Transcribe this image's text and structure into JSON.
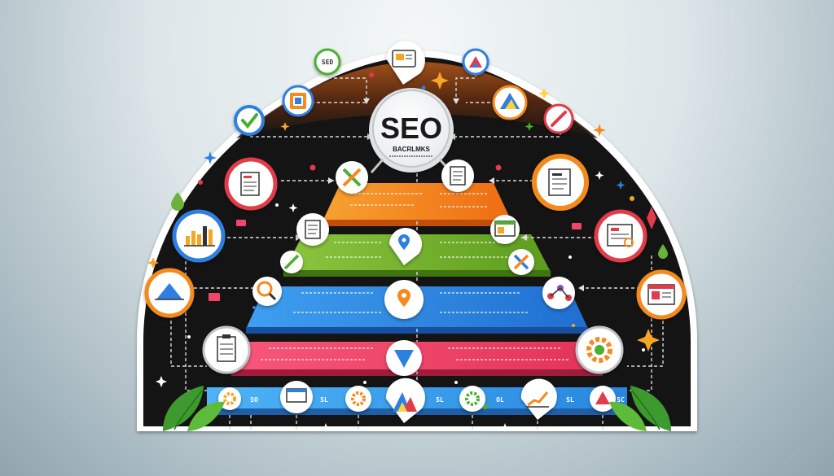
{
  "hub": {
    "title": "SEO",
    "subtitle": "BACRLMKS"
  },
  "top_badge": {
    "label": "SED"
  },
  "bottom_labels": [
    "SO",
    "SL",
    "SL",
    "OL",
    "SL",
    "SC"
  ],
  "side_tags": [
    "■■",
    "■■",
    "■■"
  ],
  "colors": {
    "dark_bg": "#141414",
    "tier_orange": "#f5841f",
    "tier_green": "#7ab928",
    "tier_blue": "#2d8ce0",
    "tier_pink": "#f2456a",
    "tier_base": "#35a4f0",
    "ring_red": "#e23b4a",
    "ring_orange": "#f58a1f",
    "ring_blue": "#2e7fe0",
    "ring_green": "#4caf2e",
    "ring_purple": "#8b4fc8"
  },
  "icons": [
    "seo-badge-icon",
    "search-card-icon",
    "triangle-chart-icon",
    "checkmark-icon",
    "map-icon",
    "mountain-icon",
    "pencil-icon",
    "document-icon",
    "tools-icon",
    "report-icon",
    "large-document-icon",
    "bar-chart-icon",
    "checklist-icon",
    "location-pin-icon",
    "browser-icon",
    "analytics-report-icon",
    "settings-tools-icon",
    "magnifier-icon",
    "workflow-icon",
    "mountain-chart-icon",
    "website-icon",
    "clipboard-icon",
    "funnel-icon",
    "gear-icon",
    "cog-icon",
    "monitor-icon",
    "peaks-icon",
    "line-chart-icon",
    "warning-triangle-icon",
    "leaf-icon",
    "sparkle-icon",
    "droplet-icon"
  ]
}
